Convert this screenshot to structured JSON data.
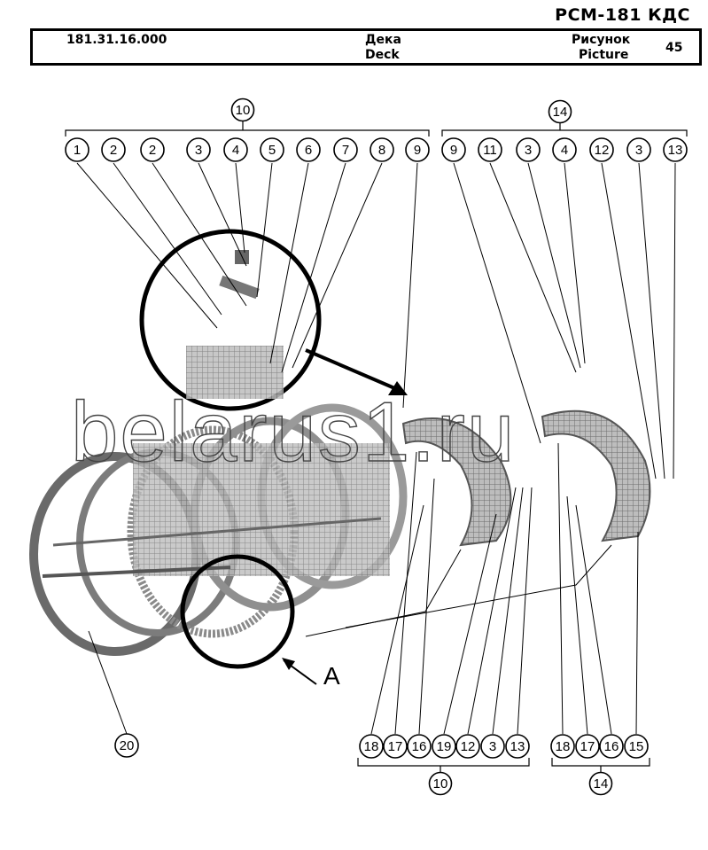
{
  "header": {
    "model": "РСМ-181 КДС",
    "code": "181.31.16.000",
    "name_ru": "Дека",
    "name_en": "Deck",
    "picture_ru": "Рисунок",
    "picture_en": "Picture",
    "picture_number": "45"
  },
  "watermark": "belarus1.ru",
  "detail_label": "A",
  "brackets": {
    "top_left": "10",
    "top_right": "14",
    "bottom_left": "10",
    "bottom_right": "14"
  },
  "callouts": {
    "top_left": [
      "1",
      "2",
      "2",
      "3",
      "4",
      "5",
      "6",
      "7",
      "8",
      "9"
    ],
    "top_right": [
      "9",
      "11",
      "3",
      "4",
      "12",
      "3",
      "13"
    ],
    "bottom_left": [
      "18",
      "17",
      "16",
      "19",
      "12",
      "3",
      "13"
    ],
    "bottom_right": [
      "18",
      "17",
      "16",
      "15"
    ],
    "ring": "20"
  },
  "colors": {
    "line": "#000000",
    "part": "#7a7a7a",
    "part_light": "#b5b5b5"
  }
}
